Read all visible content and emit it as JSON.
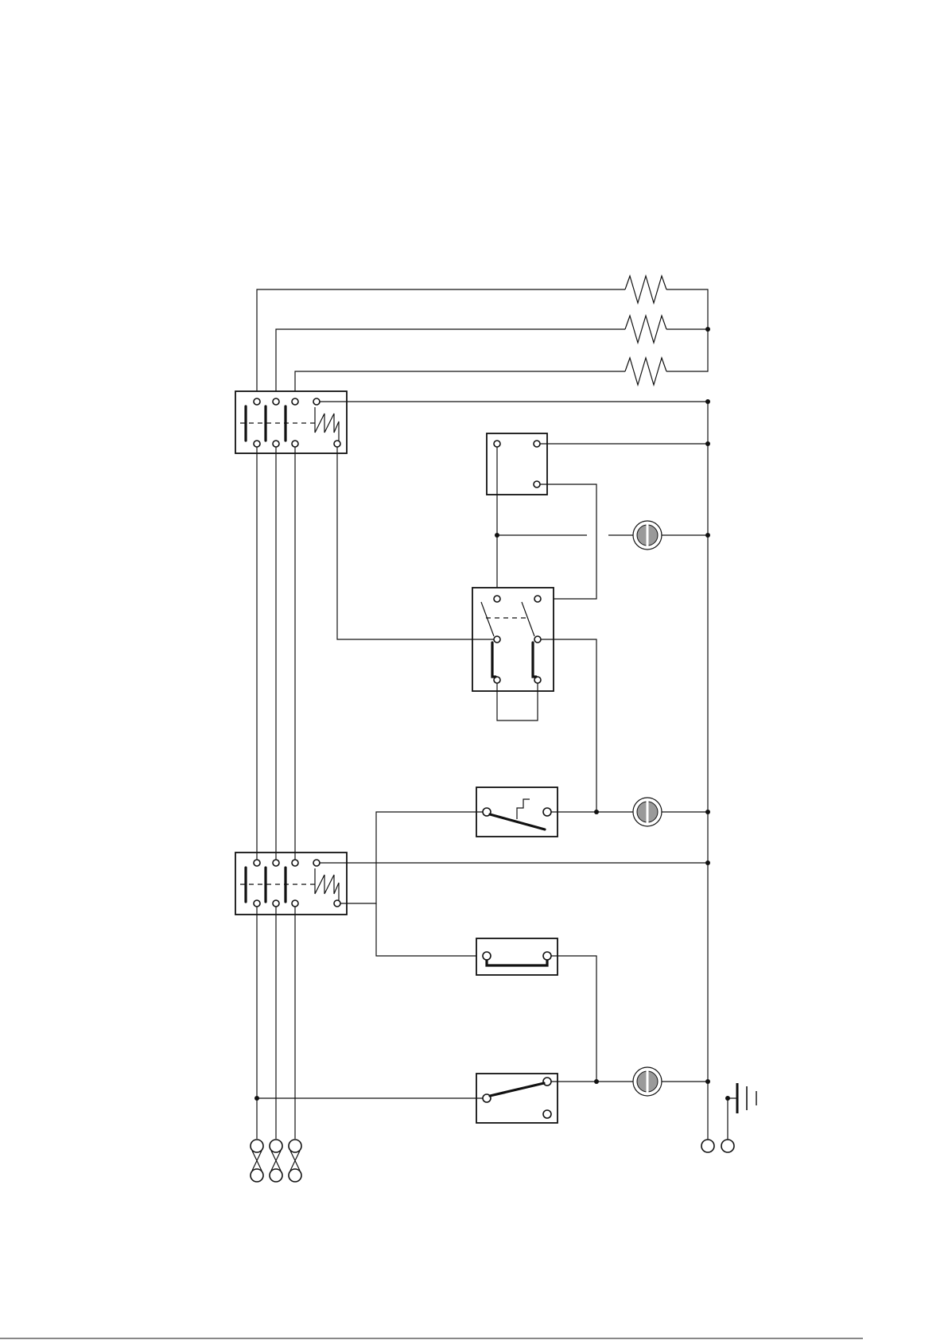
{
  "diagram": {
    "type": "electrical-wiring-schematic",
    "text_labels": [],
    "components": [
      {
        "kind": "heating-resistor",
        "count": 3,
        "icon": "zigzag-resistor-icon"
      },
      {
        "kind": "three-pole-contactor-with-coil",
        "count": 2,
        "icon": "contactor-icon"
      },
      {
        "kind": "relay-block",
        "count": 1,
        "icon": "relay-icon"
      },
      {
        "kind": "double-pole-switch",
        "count": 1,
        "icon": "two-pole-switch-icon"
      },
      {
        "kind": "thermostat-switch",
        "count": 1,
        "icon": "thermostat-icon"
      },
      {
        "kind": "bridge-contact",
        "count": 1,
        "icon": "bridge-link-icon"
      },
      {
        "kind": "changeover-switch",
        "count": 1,
        "icon": "changeover-switch-icon"
      },
      {
        "kind": "indicator-lamp",
        "count": 3,
        "icon": "signal-lamp-icon"
      },
      {
        "kind": "ground",
        "count": 1,
        "icon": "ground-icon"
      },
      {
        "kind": "power-input-terminal",
        "count": 3,
        "icon": "plug-terminal-icon"
      },
      {
        "kind": "neutral-terminal",
        "count": 2,
        "icon": "round-terminal-icon"
      }
    ],
    "colors": {
      "line": "#111111",
      "background": "#ffffff",
      "lamp_fill": "#9a9a9a"
    }
  }
}
